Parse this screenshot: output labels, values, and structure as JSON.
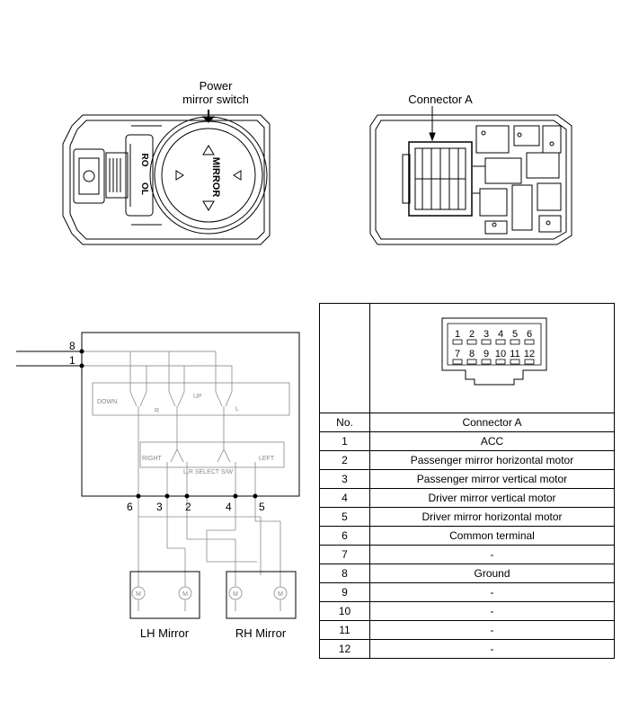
{
  "labels": {
    "switch_line1": "Power",
    "switch_line2": "mirror switch",
    "connector": "Connector A",
    "knob_text": "MIRROR",
    "knob_left": "OL",
    "knob_right": "RO",
    "lh_mirror": "LH Mirror",
    "rh_mirror": "RH Mirror",
    "motor": "M"
  },
  "schematic": {
    "pin_left_top": "8",
    "pin_left_bottom": "1",
    "pins_bottom": [
      "6",
      "3",
      "2",
      "4",
      "5"
    ],
    "down": "DOWN",
    "up": "UP",
    "r": "R",
    "l": "L",
    "right": "RIGHT",
    "left": "LEFT",
    "select": "L,R SELECT S/W"
  },
  "connector_pins": {
    "row1": [
      "1",
      "2",
      "3",
      "4",
      "5",
      "6"
    ],
    "row2": [
      "7",
      "8",
      "9",
      "10",
      "11",
      "12"
    ]
  },
  "table": {
    "header_no": "No.",
    "header_name": "Connector A",
    "rows": [
      {
        "no": "1",
        "name": "ACC"
      },
      {
        "no": "2",
        "name": "Passenger mirror horizontal motor"
      },
      {
        "no": "3",
        "name": "Passenger mirror vertical motor"
      },
      {
        "no": "4",
        "name": "Driver mirror vertical motor"
      },
      {
        "no": "5",
        "name": "Driver mirror horizontal motor"
      },
      {
        "no": "6",
        "name": "Common terminal"
      },
      {
        "no": "7",
        "name": "-"
      },
      {
        "no": "8",
        "name": "Ground"
      },
      {
        "no": "9",
        "name": "-"
      },
      {
        "no": "10",
        "name": "-"
      },
      {
        "no": "11",
        "name": "-"
      },
      {
        "no": "12",
        "name": "-"
      }
    ]
  }
}
